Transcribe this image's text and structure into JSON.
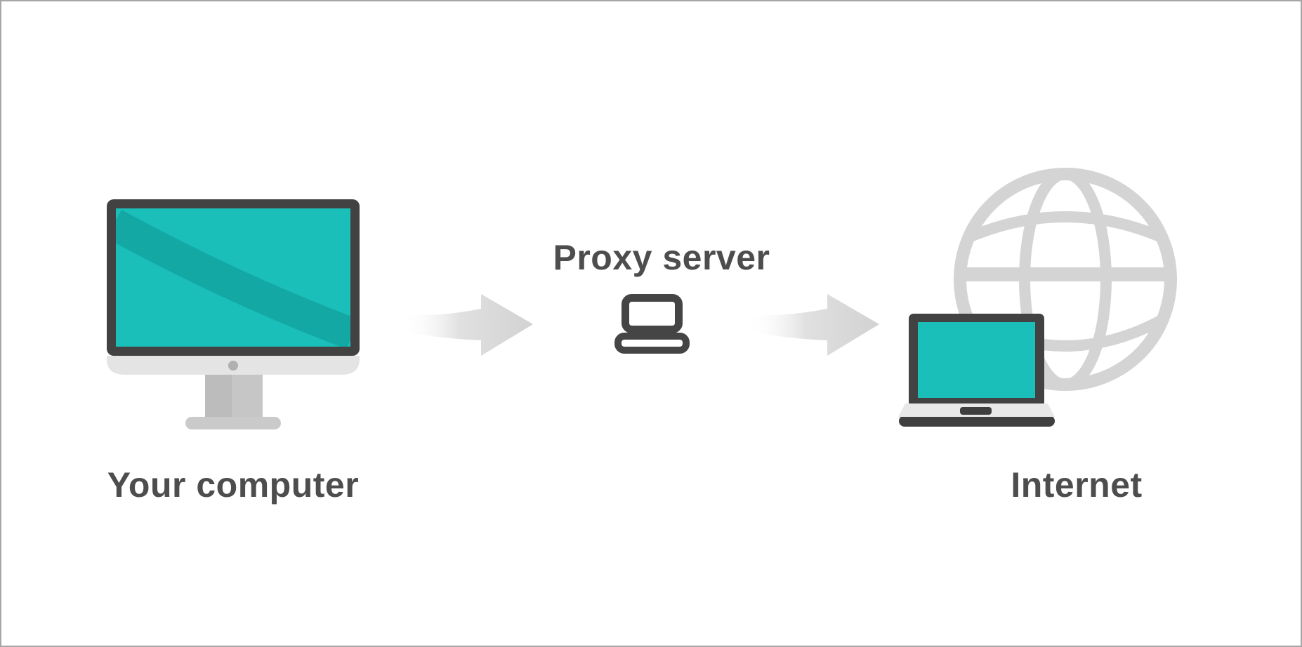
{
  "diagram": {
    "nodes": [
      {
        "id": "your-computer",
        "label": "Your computer",
        "icon": "desktop-computer-icon"
      },
      {
        "id": "proxy-server",
        "label": "Proxy server",
        "icon": "laptop-outline-icon"
      },
      {
        "id": "internet",
        "label": "Internet",
        "icon": "laptop-globe-icon"
      }
    ],
    "connections": [
      {
        "from": "your-computer",
        "to": "proxy-server",
        "icon": "arrow-right-icon"
      },
      {
        "from": "proxy-server",
        "to": "internet",
        "icon": "arrow-right-icon"
      }
    ]
  },
  "colors": {
    "background": "#ffffff",
    "border": "#a6a6a6",
    "screen_teal": "#1abfba",
    "screen_teal_shade": "#14a8a5",
    "device_dark_gray": "#424242",
    "label_text": "#4d4d4d",
    "globe_gray": "#d4d4d4",
    "arrow_gray": "#d2d2d2",
    "chin_gray": "#e4e4e4",
    "stand_gray": "#c6c6c6"
  }
}
